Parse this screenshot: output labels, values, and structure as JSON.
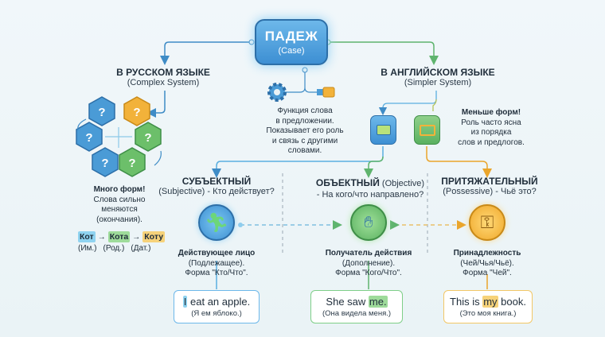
{
  "title": {
    "main": "ПАДЕЖ",
    "sub": "(Case)"
  },
  "description": [
    "Функция слова",
    "в предложении.",
    "Показывает его роль",
    "и связь с другими",
    "словами."
  ],
  "russian": {
    "heading": "В РУССКОМ ЯЗЫКЕ",
    "sub": "(Complex System)",
    "note_title": "Много форм!",
    "note_lines": [
      "Слова сильно",
      "меняются",
      "(окончания)."
    ],
    "forms": [
      {
        "word": "Кот",
        "case": "(Им.)",
        "color": "#8fd3f0"
      },
      {
        "word": "Кота",
        "case": "(Род.)",
        "color": "#9edb9a"
      },
      {
        "word": "Коту",
        "case": "(Дат.)",
        "color": "#f6d27a"
      }
    ],
    "hex_symbol": "?"
  },
  "english": {
    "heading": "В АНГЛИЙСКОМ ЯЗЫКЕ",
    "sub": "(Simpler System)",
    "note_title": "Меньше форм!",
    "note_lines": [
      "Роль часто ясна",
      "из порядка",
      "слов и предлогов."
    ]
  },
  "cases": [
    {
      "heading": "СУБЪЕКТНЫЙ",
      "heading_extra": "",
      "sub": "(Subjective) - Кто действует?",
      "desc_title": "Действующее лицо",
      "desc_lines": [
        "(Подлежащее).",
        "Форма \"Кто/Что\"."
      ],
      "ex_before": "",
      "ex_hl": "I",
      "ex_after": " eat an apple.",
      "translation": "(Я ем яблоко.)",
      "color": "#5aaee0"
    },
    {
      "heading": "ОБЪЕКТНЫЙ",
      "heading_extra": " (Objective)",
      "sub": "- На кого/что направлено?",
      "desc_title": "Получатель действия",
      "desc_lines": [
        "(Дополнение).",
        "Форма \"Кого/Что\"."
      ],
      "ex_before": "She saw ",
      "ex_hl": "me.",
      "ex_after": "",
      "translation": "(Она видела меня.)",
      "color": "#6cc47a"
    },
    {
      "heading": "ПРИТЯЖАТЕЛЬНЫЙ",
      "heading_extra": "",
      "sub": "(Possessive) - Чьё это?",
      "desc_title": "Принадлежность",
      "desc_lines": [
        "(Чей/Чья/Чьё).",
        "Форма \"Чей\"."
      ],
      "ex_before": "This is ",
      "ex_hl": "my",
      "ex_after": " book.",
      "translation": "(Это моя книга.)",
      "color": "#f0b53c"
    }
  ]
}
